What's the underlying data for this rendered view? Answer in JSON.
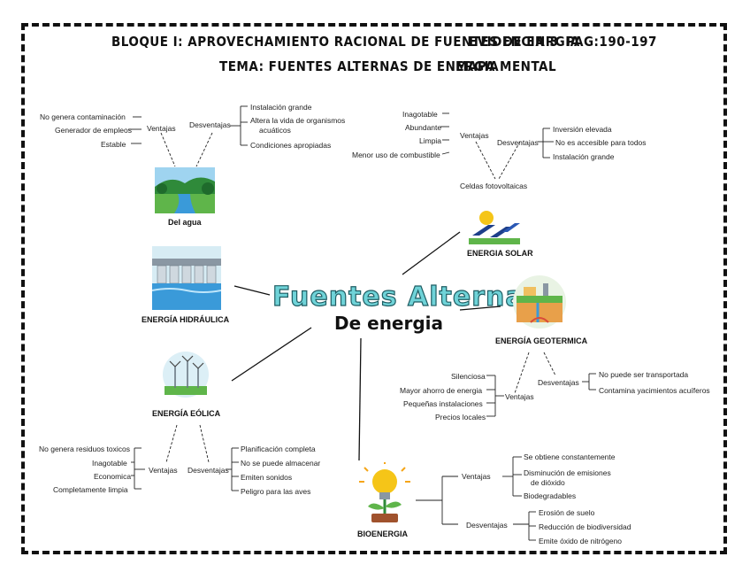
{
  "header": {
    "line1": "BLOQUE I: APROVECHAMIENTO RACIONAL DE FUENTES DE ENRGIA",
    "evidence": "EVIDENCIA 3",
    "page": "PAG:190-197",
    "line2": "TEMA: FUENTES ALTERNAS DE ENERGIA",
    "type": "MAPA MENTAL"
  },
  "center": {
    "title": "Fuentes Alternas",
    "subtitle": "De energia"
  },
  "agua": {
    "name": "Del agua",
    "ventajas_label": "Ventajas",
    "desventajas_label": "Desventajas",
    "ventajas": [
      "No genera contaminación",
      "Generador de empleos",
      "Estable"
    ],
    "desventajas": [
      "Instalación grande",
      "Altera la vida de organismos",
      "acuáticos",
      "Condiciones apropiadas"
    ]
  },
  "solar": {
    "name": "ENERGIA SOLAR",
    "source": "Celdas fotovoltaicas",
    "ventajas_label": "Ventajas",
    "desventajas_label": "Desventajas",
    "ventajas": [
      "Inagotable",
      "Abundante",
      "Limpia",
      "Menor uso de combustible"
    ],
    "desventajas": [
      "Inversión elevada",
      "No es accesible para todos",
      "Instalación grande"
    ]
  },
  "hidraulica": {
    "name": "ENERGÍA HIDRÁULICA"
  },
  "geotermica": {
    "name": "ENERGÍA GEOTERMICA",
    "ventajas_label": "Ventajas",
    "desventajas_label": "Desventajas",
    "ventajas": [
      "Silenciosa",
      "Mayor ahorro de energia",
      "Pequeñas instalaciones",
      "Precios locales"
    ],
    "desventajas": [
      "No puede ser transportada",
      "Contamina yacimientos acuíferos"
    ]
  },
  "eolica": {
    "name": "ENERGÍA EÓLICA",
    "ventajas_label": "Ventajas",
    "desventajas_label": "Desventajas",
    "ventajas": [
      "No genera residuos toxicos",
      "Inagotable",
      "Economica",
      "Completamente limpia"
    ],
    "desventajas": [
      "Planificación completa",
      "No se puede almacenar",
      "Emiten sonidos",
      "Peligro para las aves"
    ]
  },
  "bioenergia": {
    "name": "BIOENERGIA",
    "ventajas_label": "Ventajas",
    "desventajas_label": "Desventajas",
    "ventajas": [
      "Se obtiene constantemente",
      "Disminución de emisiones",
      "de dióxido",
      "Biodegradables"
    ],
    "desventajas": [
      "Erosión de suelo",
      "Reducción de biodiversidad",
      "Emite óxido de nitrógeno"
    ]
  },
  "colors": {
    "title_fill": "#6fd3d8",
    "title_stroke": "#1f5d63",
    "line": "#111111"
  }
}
